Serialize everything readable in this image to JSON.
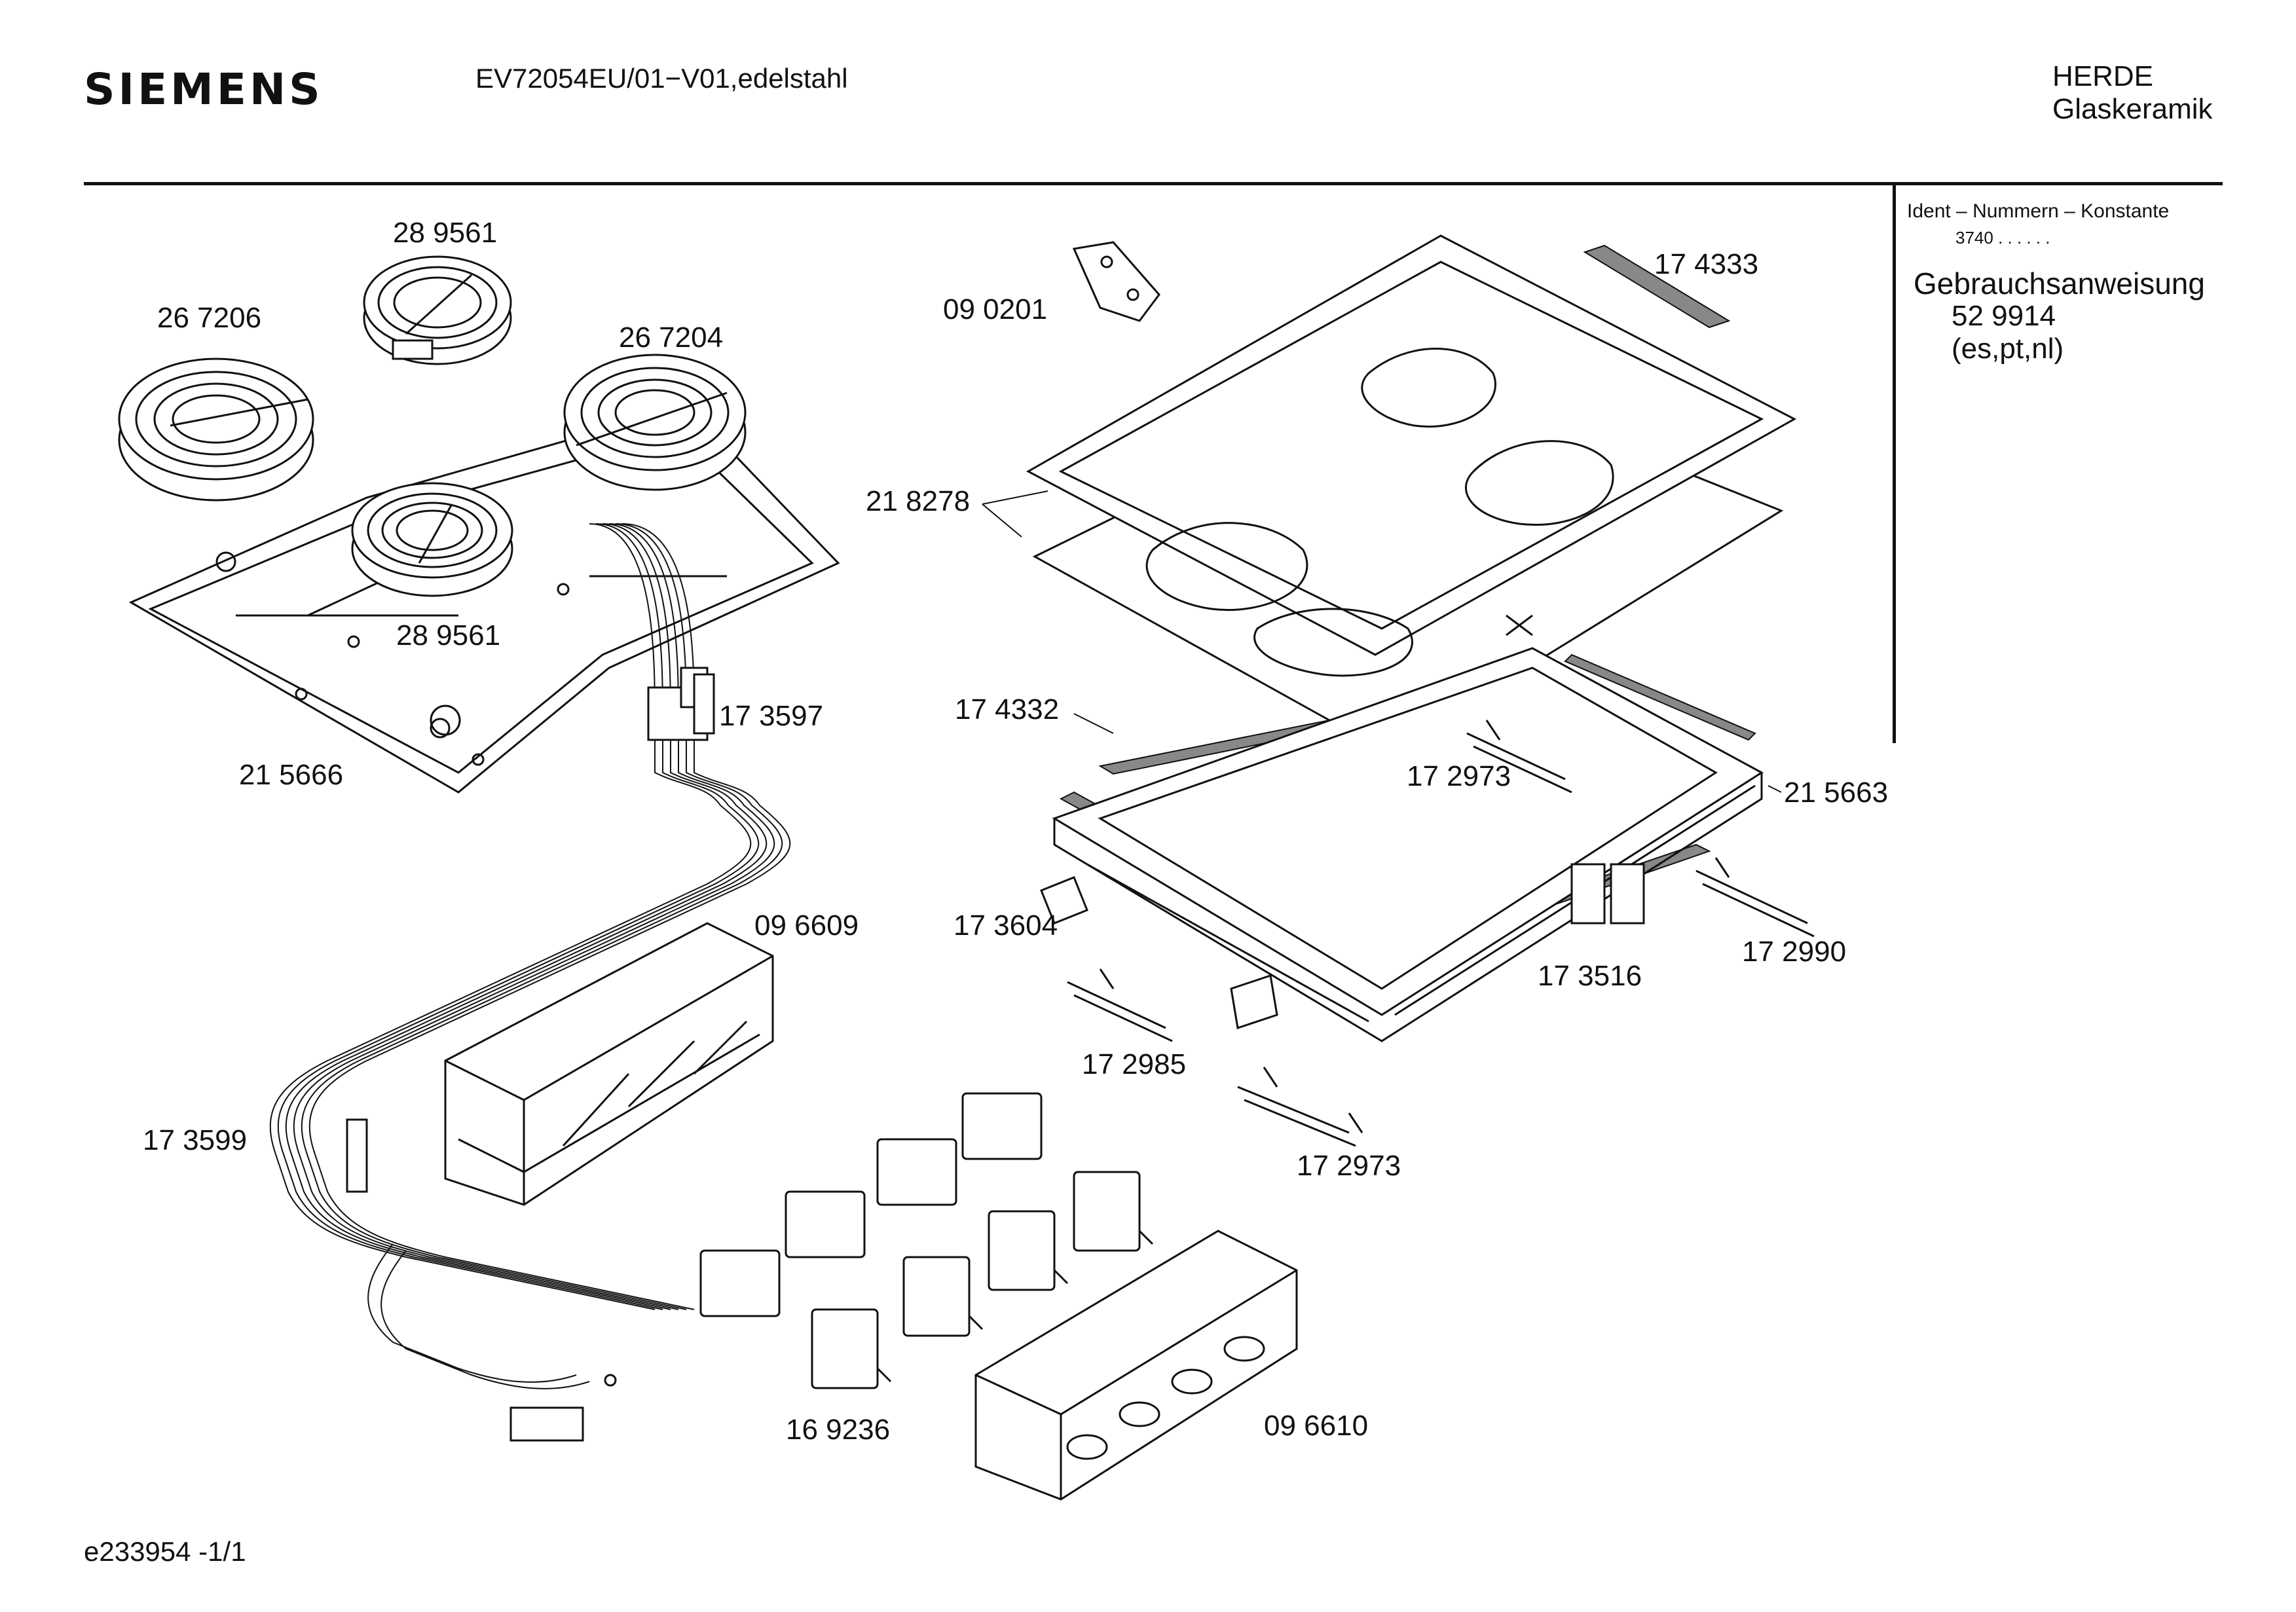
{
  "header": {
    "brand": "SIEMENS",
    "model": "EV72054EU/01−V01,edelstahl",
    "category_line1": "HERDE",
    "category_line2": "Glaskeramik"
  },
  "info_panel": {
    "ident_heading": "Ident – Nummern – Konstante",
    "konstante": "3740  .  .   .  .  .  .",
    "manual_title": "Gebrauchsanweisung",
    "manual_number": "52 9914",
    "manual_languages": "(es,pt,nl)"
  },
  "footer": {
    "document_id": "e233954 -1/1"
  },
  "part_labels": {
    "p289561_top": "28 9561",
    "p267206": "26 7206",
    "p267204": "26 7204",
    "p289561_bottom": "28 9561",
    "p215666": "21 5666",
    "p173597": "17 3597",
    "p090201": "09 0201",
    "p174333": "17 4333",
    "p218278": "21 8278",
    "p174332": "17 4332",
    "p172973_a": "17 2973",
    "p215663": "21 5663",
    "p096609": "09 6609",
    "p173604": "17 3604",
    "p173516": "17 3516",
    "p172990": "17 2990",
    "p172985": "17 2985",
    "p173599": "17 3599",
    "p172973_b": "17 2973",
    "p169236": "16 9236",
    "p096610": "09 6610"
  }
}
